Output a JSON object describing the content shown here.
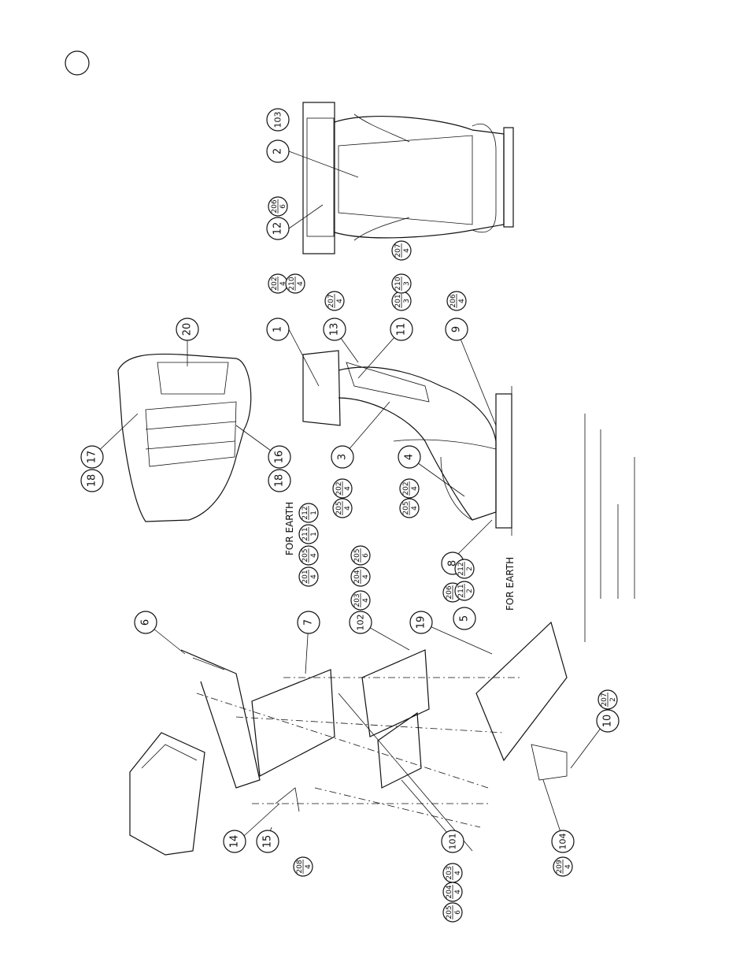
{
  "page": {
    "marker_circle": "",
    "note_lines_count_label": ""
  },
  "callouts_single": [
    "1",
    "2",
    "3",
    "4",
    "5",
    "6",
    "7",
    "8",
    "9",
    "10",
    "11",
    "12",
    "13",
    "14",
    "15",
    "16",
    "17",
    "18",
    "18",
    "19",
    "20",
    "101",
    "102",
    "103",
    "104"
  ],
  "qty_labels": [
    {
      "part": "202",
      "qty": "4"
    },
    {
      "part": "210",
      "qty": "4"
    },
    {
      "part": "206",
      "qty": "6"
    },
    {
      "part": "207",
      "qty": "4"
    },
    {
      "part": "207",
      "qty": "4"
    },
    {
      "part": "201",
      "qty": "3"
    },
    {
      "part": "210",
      "qty": "3"
    },
    {
      "part": "206",
      "qty": "4"
    },
    {
      "part": "205",
      "qty": "4"
    },
    {
      "part": "202",
      "qty": "4"
    },
    {
      "part": "205",
      "qty": "4"
    },
    {
      "part": "202",
      "qty": "4"
    },
    {
      "part": "201",
      "qty": "4"
    },
    {
      "part": "205",
      "qty": "4"
    },
    {
      "part": "211",
      "qty": "1"
    },
    {
      "part": "212",
      "qty": "1"
    },
    {
      "part": "203",
      "qty": "4"
    },
    {
      "part": "204",
      "qty": "4"
    },
    {
      "part": "205",
      "qty": "6"
    },
    {
      "part": "206",
      "qty": "4"
    },
    {
      "part": "211",
      "qty": "2"
    },
    {
      "part": "212",
      "qty": "2"
    },
    {
      "part": "207",
      "qty": "2"
    },
    {
      "part": "208",
      "qty": "4"
    },
    {
      "part": "205",
      "qty": "6"
    },
    {
      "part": "204",
      "qty": "4"
    },
    {
      "part": "203",
      "qty": "4"
    },
    {
      "part": "209",
      "qty": "4"
    }
  ],
  "notes": {
    "for_earth_top": "FOR EARTH",
    "for_earth_bottom": "FOR EARTH"
  }
}
